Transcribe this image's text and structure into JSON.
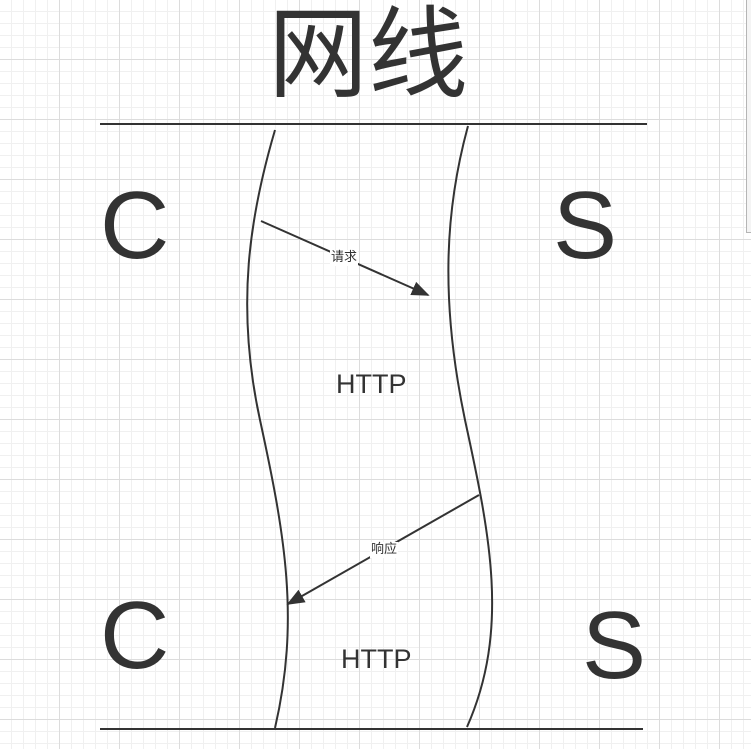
{
  "diagram": {
    "title": "网线",
    "client_top": "C",
    "server_top": "S",
    "client_bottom": "C",
    "server_bottom": "S",
    "protocol_top": "HTTP",
    "protocol_bottom": "HTTP",
    "request_label": "请求",
    "response_label": "响应"
  },
  "colors": {
    "ink": "#333333",
    "grid_major": "#dcdcdc",
    "grid_minor": "#f0f0f0",
    "background": "#ffffff"
  }
}
